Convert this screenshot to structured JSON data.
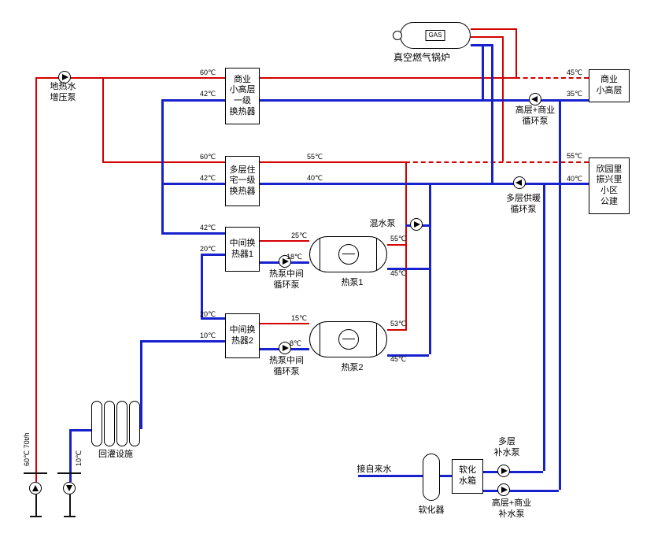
{
  "diagram": {
    "colors": {
      "supply": "#d40000",
      "return": "#1822cc",
      "line": "#111111"
    },
    "labels": {
      "boiler": "真空燃气锅炉",
      "gas": "GAS",
      "geothermal_pump": "地热水\n增压泵",
      "hx_commercial": "商业\n小高层\n一级\n换热器",
      "building_commercial": "商业\n小高层",
      "circ_pump_highrise": "高层+商业\n循环泵",
      "hx_multistory": "多层住\n宅一级\n换热器",
      "community": "欣园里\n振兴里\n小区\n公建",
      "circ_pump_multistory": "多层供暖\n循环泵",
      "mid_hx1": "中间换\n热器1",
      "mid_hx2": "中间换\n热器2",
      "mixing_pump": "混水泵",
      "hp_mid_circ_pump1": "热泵中间\n循环泵",
      "hp_mid_circ_pump2": "热泵中间\n循环泵",
      "heat_pump1": "热泵1",
      "heat_pump2": "热泵2",
      "reinjection": "回灌设施",
      "tap_water": "接自来水",
      "softener": "软化器",
      "soft_tank": "软化\n水箱",
      "makeup_pump_multistory": "多层\n补水泵",
      "makeup_pump_highrise": "高层+商业\n补水泵"
    },
    "temps": [
      [
        254,
        88,
        "60℃"
      ],
      [
        254,
        115,
        "42℃"
      ],
      [
        720,
        88,
        "45℃"
      ],
      [
        720,
        115,
        "35℃"
      ],
      [
        254,
        195,
        "60℃"
      ],
      [
        254,
        222,
        "42℃"
      ],
      [
        390,
        195,
        "55℃"
      ],
      [
        390,
        222,
        "40℃"
      ],
      [
        720,
        194,
        "55℃"
      ],
      [
        720,
        223,
        "40℃"
      ],
      [
        254,
        285,
        "42℃"
      ],
      [
        254,
        312,
        "20℃"
      ],
      [
        370,
        295,
        "25℃"
      ],
      [
        364,
        322,
        "18℃"
      ],
      [
        496,
        299,
        "55℃"
      ],
      [
        496,
        343,
        "45℃"
      ],
      [
        254,
        395,
        "20℃"
      ],
      [
        254,
        422,
        "10℃"
      ],
      [
        370,
        400,
        "15℃"
      ],
      [
        368,
        432,
        "8℃"
      ],
      [
        496,
        407,
        "53℃"
      ],
      [
        496,
        452,
        "45℃"
      ],
      [
        30,
        592,
        "60℃ 70t/h",
        1
      ],
      [
        96,
        592,
        "10℃",
        1
      ]
    ],
    "pipes": [
      [
        45,
        98,
        242,
        "h",
        "r",
        0
      ],
      [
        330,
        98,
        325,
        "h",
        "r",
        0
      ],
      [
        655,
        98,
        93,
        "h",
        "r",
        1
      ],
      [
        45,
        98,
        514,
        "v",
        "r",
        0
      ],
      [
        130,
        98,
        107,
        "v",
        "r",
        0
      ],
      [
        130,
        205,
        157,
        "h",
        "r",
        0
      ],
      [
        330,
        205,
        185,
        "h",
        "r",
        0
      ],
      [
        515,
        205,
        233,
        "h",
        "r",
        1
      ],
      [
        515,
        205,
        213,
        "v",
        "r",
        0
      ],
      [
        492,
        310,
        25,
        "h",
        "r",
        0
      ],
      [
        492,
        418,
        25,
        "h",
        "r",
        0
      ],
      [
        330,
        305,
        63,
        "h",
        "r",
        0
      ],
      [
        330,
        410,
        63,
        "h",
        "r",
        0
      ],
      [
        598,
        36,
        57,
        "h",
        "r",
        0
      ],
      [
        655,
        36,
        62,
        "v",
        "r",
        0
      ],
      [
        598,
        46,
        40,
        "h",
        "r",
        0
      ],
      [
        638,
        46,
        159,
        "v",
        "r",
        0
      ],
      [
        205,
        126,
        82,
        "h",
        "b",
        0
      ],
      [
        330,
        126,
        418,
        "h",
        "b",
        0
      ],
      [
        598,
        56,
        26,
        "h",
        "b",
        0
      ],
      [
        612,
        56,
        70,
        "v",
        "b",
        0
      ],
      [
        624,
        56,
        176,
        "v",
        "b",
        0
      ],
      [
        205,
        232,
        82,
        "h",
        "b",
        0
      ],
      [
        330,
        232,
        418,
        "h",
        "b",
        0
      ],
      [
        205,
        126,
        169,
        "v",
        "b",
        0
      ],
      [
        205,
        295,
        82,
        "h",
        "b",
        0
      ],
      [
        255,
        322,
        32,
        "h",
        "b",
        0
      ],
      [
        255,
        322,
        81,
        "v",
        "b",
        0
      ],
      [
        255,
        403,
        32,
        "h",
        "b",
        0
      ],
      [
        178,
        432,
        109,
        "h",
        "b",
        0
      ],
      [
        178,
        432,
        113,
        "v",
        "b",
        0
      ],
      [
        88,
        545,
        28,
        "h",
        "b",
        0
      ],
      [
        88,
        545,
        67,
        "v",
        "b",
        0
      ],
      [
        330,
        332,
        63,
        "h",
        "b",
        0
      ],
      [
        330,
        442,
        63,
        "h",
        "b",
        0
      ],
      [
        492,
        340,
        53,
        "h",
        "b",
        0
      ],
      [
        492,
        450,
        53,
        "h",
        "b",
        0
      ],
      [
        545,
        232,
        218,
        "v",
        "b",
        0
      ],
      [
        515,
        285,
        30,
        "h",
        "b",
        0
      ],
      [
        614,
        598,
        76,
        "h",
        "b",
        0
      ],
      [
        690,
        232,
        366,
        "v",
        "b",
        0
      ],
      [
        614,
        622,
        96,
        "h",
        "b",
        0
      ],
      [
        710,
        126,
        496,
        "v",
        "b",
        0
      ],
      [
        455,
        603,
        82,
        "h",
        "b",
        0
      ],
      [
        559,
        603,
        15,
        "h",
        "b",
        0
      ],
      [
        30,
        600,
        30,
        "h",
        "k",
        0
      ],
      [
        73,
        600,
        30,
        "h",
        "k",
        0
      ],
      [
        45,
        628,
        27,
        "v",
        "k",
        0
      ],
      [
        88,
        628,
        27,
        "v",
        "k",
        0
      ],
      [
        38,
        655,
        15,
        "h",
        "k",
        0
      ],
      [
        81,
        655,
        15,
        "h",
        "k",
        0
      ]
    ],
    "pumps": [
      [
        82,
        98,
        "r",
        "geothermal-booster-pump"
      ],
      [
        680,
        126,
        "l",
        "highrise-commercial-circ-pump"
      ],
      [
        660,
        232,
        "l",
        "multistory-heating-circ-pump"
      ],
      [
        529,
        285,
        "r",
        "mixing-pump"
      ],
      [
        362,
        332,
        "r",
        "heatpump-mid-circ-pump-1"
      ],
      [
        362,
        442,
        "r",
        "heatpump-mid-circ-pump-2"
      ],
      [
        640,
        598,
        "r",
        "multistory-makeup-pump"
      ],
      [
        640,
        622,
        "r",
        "highrise-commercial-makeup-pump"
      ],
      [
        45,
        620,
        "u",
        "well-pump-1"
      ],
      [
        88,
        620,
        "d",
        "well-pump-2"
      ]
    ]
  }
}
